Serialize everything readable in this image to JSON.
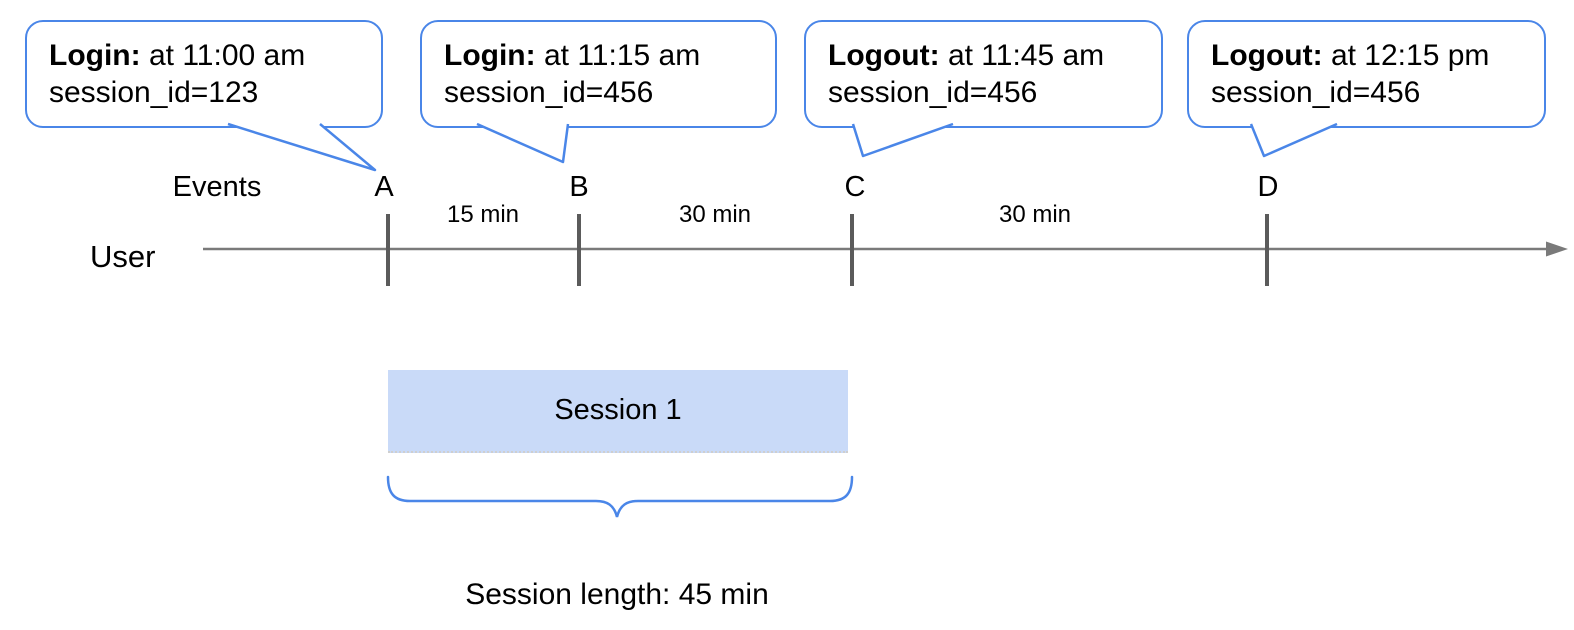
{
  "callouts": [
    {
      "title": "Login:",
      "time": "at 11:00 am",
      "detail": "session_id=123"
    },
    {
      "title": "Login:",
      "time": "at 11:15 am",
      "detail": "session_id=456"
    },
    {
      "title": "Logout:",
      "time": "at 11:45 am",
      "detail": "session_id=456"
    },
    {
      "title": "Logout:",
      "time": "at 12:15 pm",
      "detail": "session_id=456"
    }
  ],
  "timeline": {
    "axis_label": "User",
    "events_caption": "Events",
    "events": [
      "A",
      "B",
      "C",
      "D"
    ],
    "intervals": [
      "15 min",
      "30 min",
      "30 min"
    ]
  },
  "session": {
    "label": "Session 1",
    "length_caption": "Session length: 45 min"
  },
  "colors": {
    "callout_border": "#4a86e8",
    "brace": "#4a86e8",
    "session_fill": "#c9daf8",
    "axis_line": "#7a7a7a",
    "event_tick": "#5b5b5b",
    "text": "#000000"
  }
}
